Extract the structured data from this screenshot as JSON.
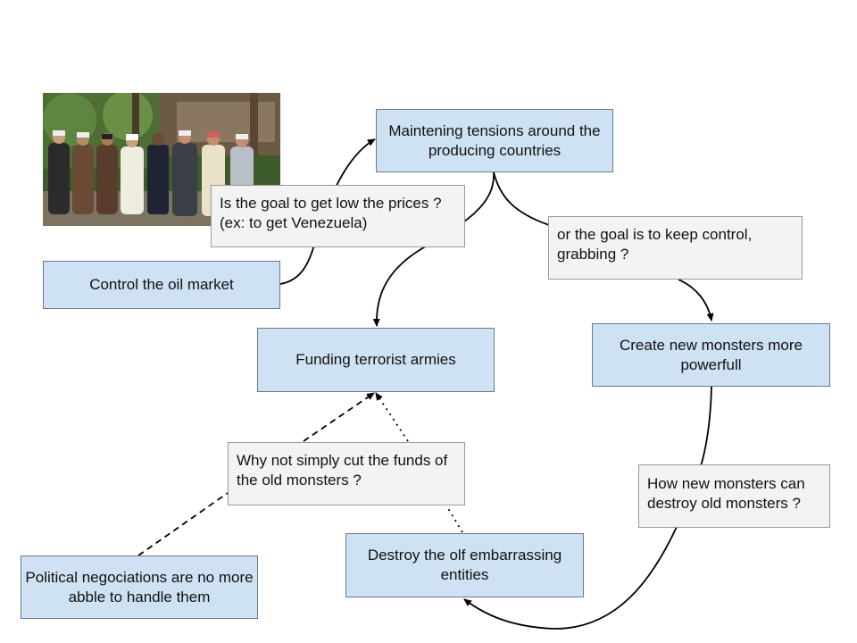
{
  "nodes": {
    "maintaining_tensions": "Maintening tensions around the producing countries",
    "goal_low_prices": "Is the goal to get low the prices ? (ex: to get Venezuela)",
    "control_oil_market": "Control the oil market",
    "goal_keep_control": "or the goal is to keep control, grabbing ?",
    "funding_terrorist_armies": "Funding terrorist armies",
    "create_new_monsters": "Create new monsters more powerfull",
    "why_not_cut_funds": "Why not simply cut the funds of the old monsters ?",
    "new_destroy_old": "How new monsters can destroy old monsters ?",
    "destroy_embarrassing": "Destroy the olf embarrassing entities",
    "political_negotiations": "Political negociations are no more abble to handle them"
  },
  "colors": {
    "box_blue": "#cfe2f3",
    "box_grey": "#f3f3f3",
    "edge": "#000000"
  },
  "photo": {
    "subject": "group-photo-of-leaders-in-forest"
  }
}
